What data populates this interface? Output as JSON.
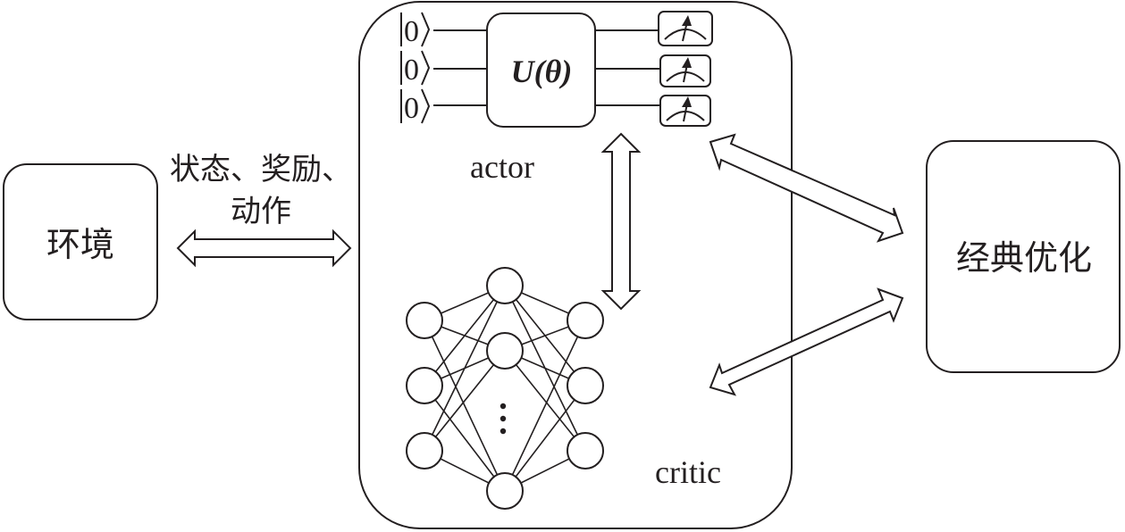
{
  "diagram": {
    "environment_box": {
      "label": "环境"
    },
    "interaction_label": {
      "line1": "状态、奖励、",
      "line2": "动作"
    },
    "agent_box": {
      "actor": {
        "label": "actor",
        "circuit": {
          "qubits": [
            "|0⟩",
            "|0⟩",
            "|0⟩"
          ],
          "ket_value": "0",
          "gate_label": "U(θ)",
          "gate_symbol": "U",
          "gate_param": "θ",
          "measurements": 3
        }
      },
      "critic": {
        "label": "critic",
        "network": {
          "layers": [
            3,
            3,
            3
          ],
          "hidden_ellipsis": "⋮"
        }
      }
    },
    "optimizer_box": {
      "label": "经典优化"
    },
    "arrows": [
      {
        "name": "environment-agent",
        "type": "bidirectional"
      },
      {
        "name": "actor-critic",
        "type": "bidirectional"
      },
      {
        "name": "actor-optimizer",
        "type": "bidirectional"
      },
      {
        "name": "critic-optimizer",
        "type": "bidirectional"
      }
    ]
  }
}
